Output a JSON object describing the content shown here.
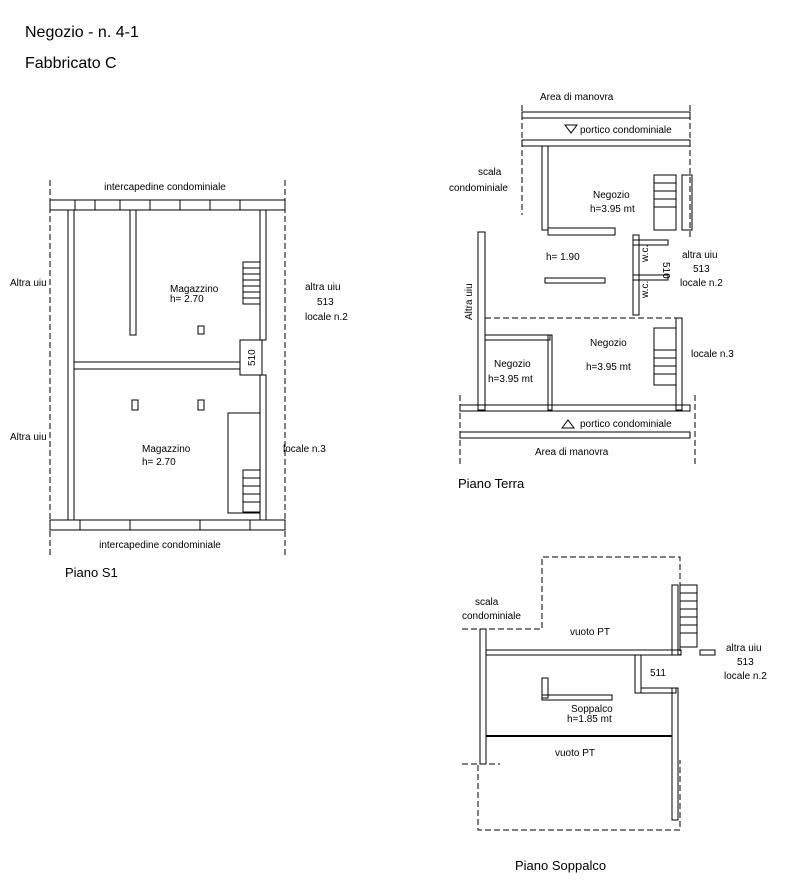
{
  "header": {
    "title": "Negozio -  n. 4-1",
    "subtitle": "Fabbricato C"
  },
  "piano_s1": {
    "caption": "Piano S1",
    "top_label": "intercapedine condominiale",
    "bottom_label": "intercapedine condominiale",
    "left_top": "Altra uiu",
    "left_bottom": "Altra uiu",
    "room1": {
      "name": "Magazzino",
      "height": "h= 2.70"
    },
    "room2": {
      "name": "Magazzino",
      "height": "h= 2.70"
    },
    "right_top": [
      "altra uiu",
      "513",
      "locale n.2"
    ],
    "right_bottom": "locale n.3",
    "stair_number": "510"
  },
  "piano_terra": {
    "caption": "Piano Terra",
    "area_top": "Area di manovra",
    "portico_top": "portico condominiale",
    "portico_bottom": "portico condominiale",
    "area_bottom": "Area di manovra",
    "scala": [
      "scala",
      "condominiale"
    ],
    "left": "Altra uiu",
    "negozio_top": {
      "name": "Negozio",
      "height": "h=3.95 mt"
    },
    "middle_height": "h= 1.90",
    "wc1": "w.c.",
    "wc2": "w.c.",
    "stair_number": "510",
    "right_top": [
      "altra uiu",
      "513",
      "locale n.2"
    ],
    "negozio_left": {
      "name": "Negozio",
      "height": "h=3.95 mt"
    },
    "negozio_right": {
      "name": "Negozio",
      "height": "h=3.95 mt"
    },
    "right_bottom": "locale n.3"
  },
  "piano_soppalco": {
    "caption": "Piano Soppalco",
    "scala": [
      "scala",
      "condominiale"
    ],
    "vuoto_top": "vuoto PT",
    "vuoto_bottom": "vuoto PT",
    "room": {
      "name": "Soppalco",
      "height": "h=1.85 mt"
    },
    "stair_number": "511",
    "right": [
      "altra uiu",
      "513",
      "locale n.2"
    ]
  }
}
